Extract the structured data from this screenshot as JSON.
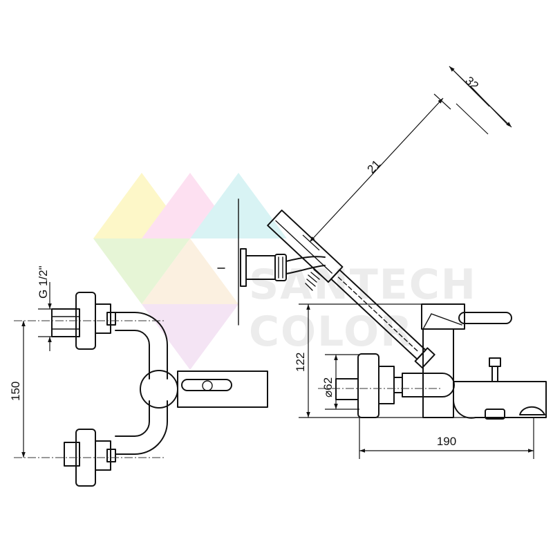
{
  "watermark": {
    "line1": "SANTECH",
    "line2": "COLOR",
    "colors": [
      "#fdf7c8",
      "#fde0f1",
      "#d8f3f4",
      "#e6f5d6",
      "#f4e4f4",
      "#fbf0e0"
    ]
  },
  "dimensions": {
    "thread": "G 1/2\"",
    "center_distance": "150",
    "height": "122",
    "diameter": "⌀62",
    "length": "190",
    "handshower_length": "21",
    "handshower_width": "32"
  }
}
